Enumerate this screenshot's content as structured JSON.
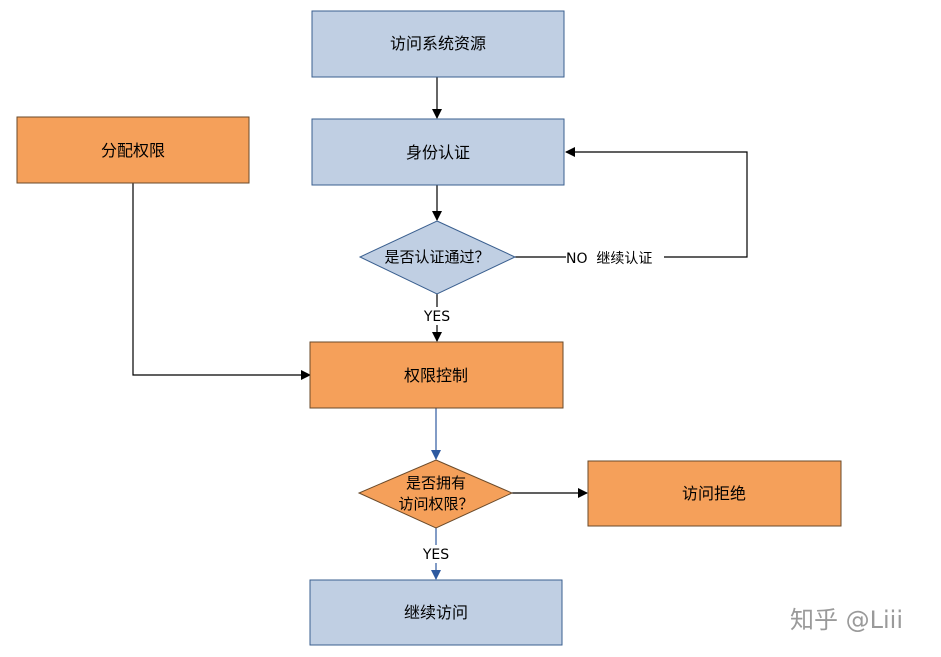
{
  "colors": {
    "blue_fill": "#c0cfe3",
    "blue_stroke": "#3a5f8f",
    "orange_fill": "#f5a05a",
    "orange_stroke": "#6a4a2a",
    "line": "#000000",
    "blue_line": "#2e5aa0"
  },
  "nodes": {
    "access_resource": "访问系统资源",
    "identity_auth": "身份认证",
    "auth_passed_q": "是否认证通过？",
    "assign_permission": "分配权限",
    "permission_control": "权限控制",
    "has_permission_q_line1": "是否拥有",
    "has_permission_q_line2": "访问权限？",
    "access_denied": "访问拒绝",
    "continue_access": "继续访问"
  },
  "edges": {
    "no_continue_auth": "NO  继续认证",
    "yes_auth": "YES",
    "yes_permission": "YES"
  },
  "watermark": "知乎 @Liii"
}
